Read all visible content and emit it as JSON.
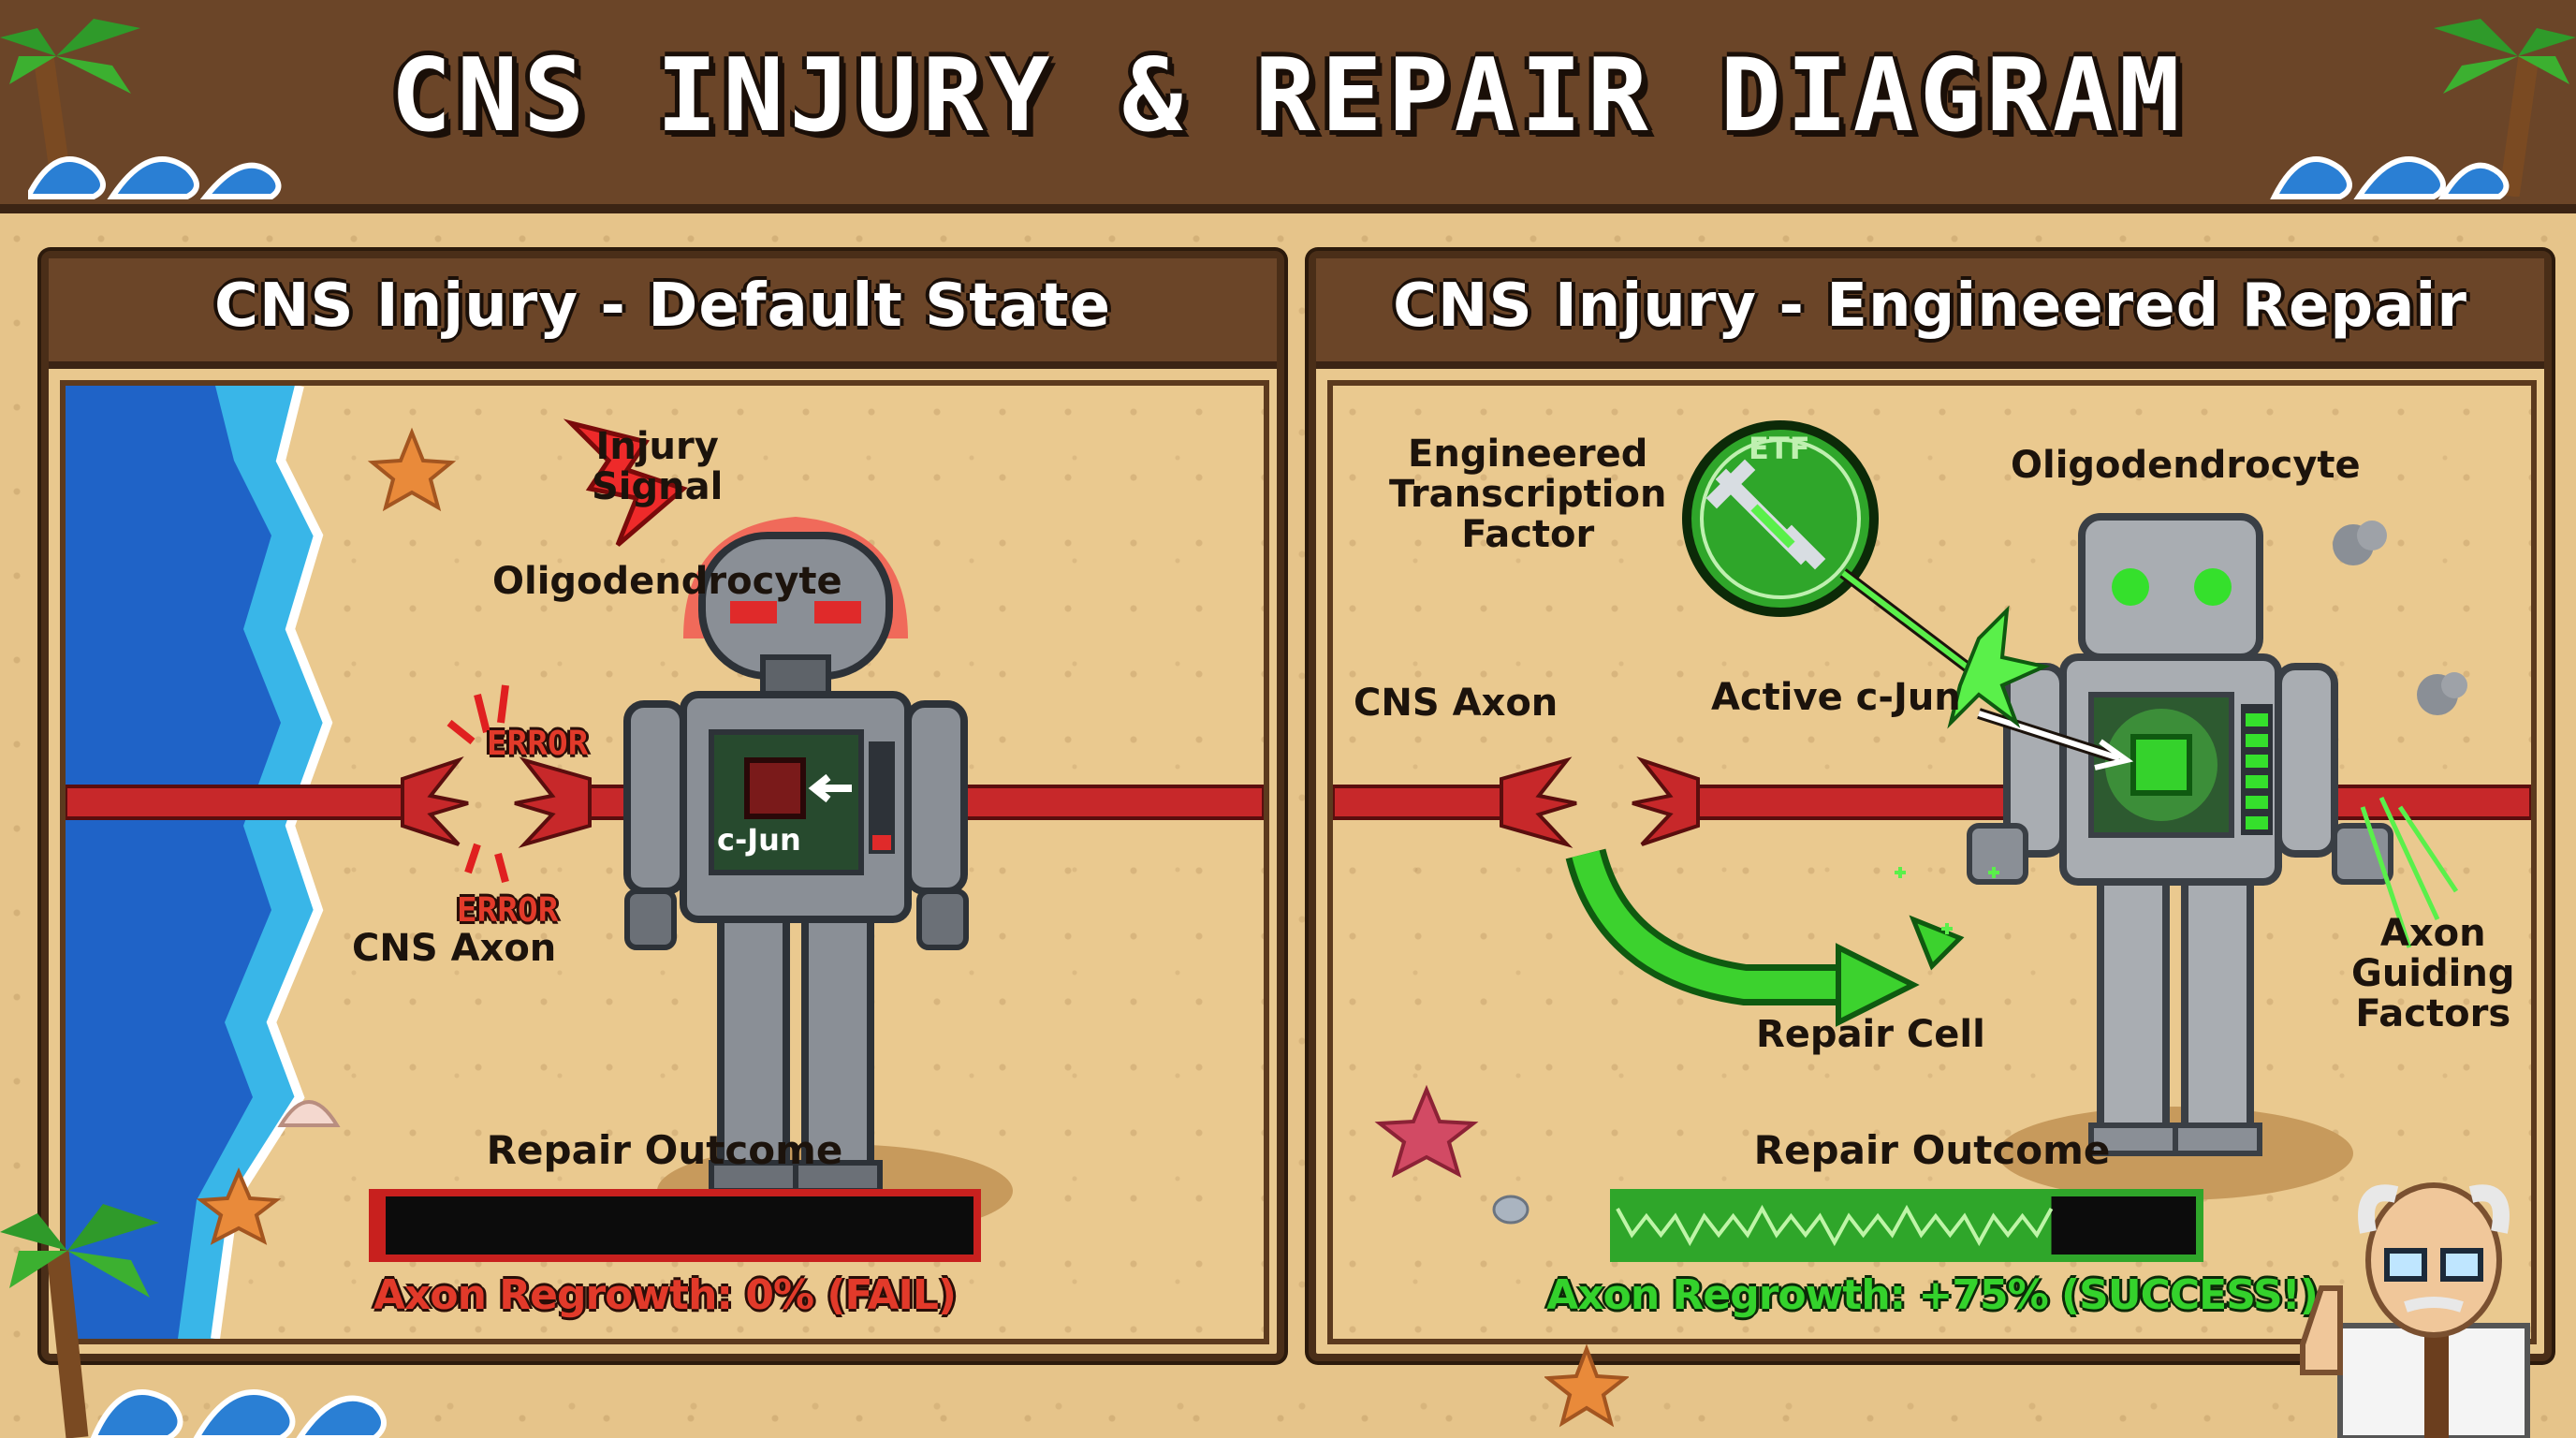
{
  "title": "CNS INJURY & REPAIR DIAGRAM",
  "left_panel": {
    "title": "CNS Injury - Default State",
    "labels": {
      "injury_signal": "Injury\nSignal",
      "oligodendrocyte": "Oligodendrocyte",
      "error_top": "ERROR",
      "error_bottom": "ERROR",
      "cns_axon": "CNS Axon",
      "c_jun": "c-Jun"
    },
    "outcome_title": "Repair Outcome",
    "regrowth_percent": 0,
    "regrowth_text": "Axon Regrowth: 0% (FAIL)"
  },
  "right_panel": {
    "title": "CNS Injury - Engineered Repair",
    "labels": {
      "engineered_tf": "Engineered\nTranscription\nFactor",
      "etf_badge": "ETF",
      "oligodendrocyte": "Oligodendrocyte",
      "cns_axon": "CNS Axon",
      "active_c_jun": "Active c-Jun",
      "repair_cell": "Repair Cell",
      "axon_guiding": "Axon\nGuiding\nFactors"
    },
    "outcome_title": "Repair Outcome",
    "regrowth_percent": 75,
    "regrowth_text": "Axon Regrowth: +75% (SUCCESS!)"
  },
  "colors": {
    "fail": "#e23a2a",
    "success": "#34d22c",
    "frame": "#6b4528",
    "sand": "#e9c88e",
    "robot": "#8a8f96"
  }
}
